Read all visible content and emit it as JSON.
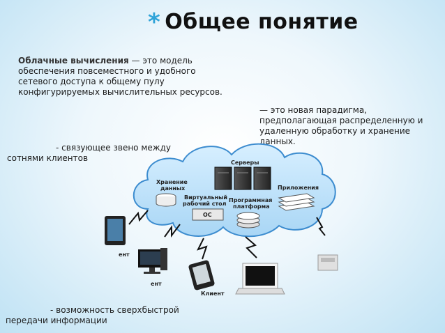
{
  "title": "Общее понятие",
  "title_marker": "*",
  "intro_lead": "Облачные вычисления",
  "intro_rest": " — это модель обеспечения повсеместного и удобного сетевого доступа к общему пулу конфигурируемых вычислительных ресурсов.",
  "paradigm_text": "— это новая парадигма, предполагающая распределенную и удаленную обработку и хранение данных.",
  "link_text": "- связующее звено между сотнями клиентов",
  "speed_text": "- возможность сверхбыстрой передачи информации",
  "diagram": {
    "servers": "Серверы",
    "storage_line1": "Хранение",
    "storage_line2": "данных",
    "apps": "Приложения",
    "desktop_line1": "Виртуальный",
    "desktop_line2": "рабочий стол",
    "platform_line1": "Программная",
    "platform_line2": "платформа",
    "os": "ОС",
    "client": "Клиент",
    "client_partial_left": "ент",
    "client_partial_mid": "ент"
  }
}
